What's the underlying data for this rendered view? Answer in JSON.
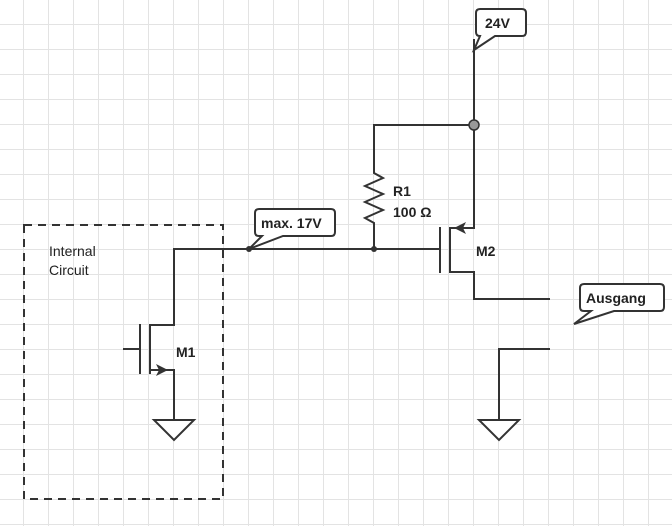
{
  "labels": {
    "supply": "24V",
    "node": "max. 17V",
    "output": "Ausgang",
    "internal_line1": "Internal",
    "internal_line2": "Circuit",
    "m1": "M1",
    "m2": "M2",
    "r1_name": "R1",
    "r1_value": "100 Ω"
  },
  "icons": {
    "ground_left": "ground-icon",
    "ground_right": "ground-icon",
    "resistor": "resistor-icon",
    "transistor_m1": "nmos-transistor-icon",
    "transistor_m2": "pmos-transistor-icon"
  },
  "colors": {
    "wire": "#333333",
    "grid": "#e3e3e3",
    "node_fill": "#999999"
  }
}
